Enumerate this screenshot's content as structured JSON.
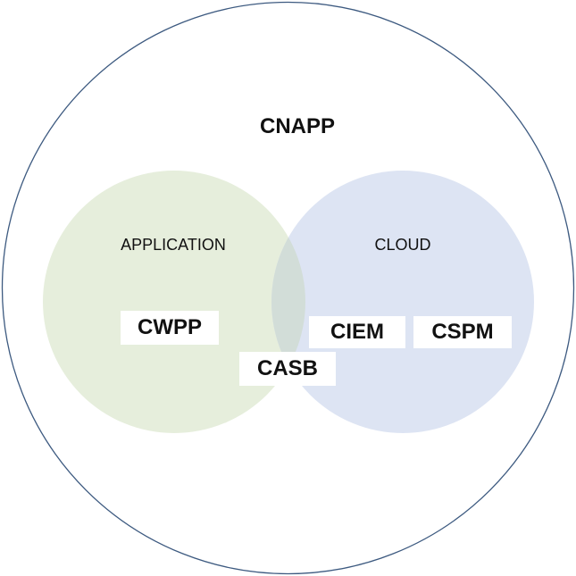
{
  "diagram": {
    "title": "CNAPP",
    "sets": [
      {
        "id": "application",
        "label": "APPLICATION",
        "fill": "#e6eedc"
      },
      {
        "id": "cloud",
        "label": "CLOUD",
        "fill": "#dde4f3"
      }
    ],
    "items": [
      {
        "id": "cwpp",
        "label": "CWPP",
        "set": "application"
      },
      {
        "id": "ciem",
        "label": "CIEM",
        "set": "cloud"
      },
      {
        "id": "cspm",
        "label": "CSPM",
        "set": "cloud"
      },
      {
        "id": "casb",
        "label": "CASB",
        "set": "intersection"
      }
    ],
    "colors": {
      "outer_stroke": "#3d5a80",
      "overlap_fill": "#d2ddd8"
    }
  }
}
